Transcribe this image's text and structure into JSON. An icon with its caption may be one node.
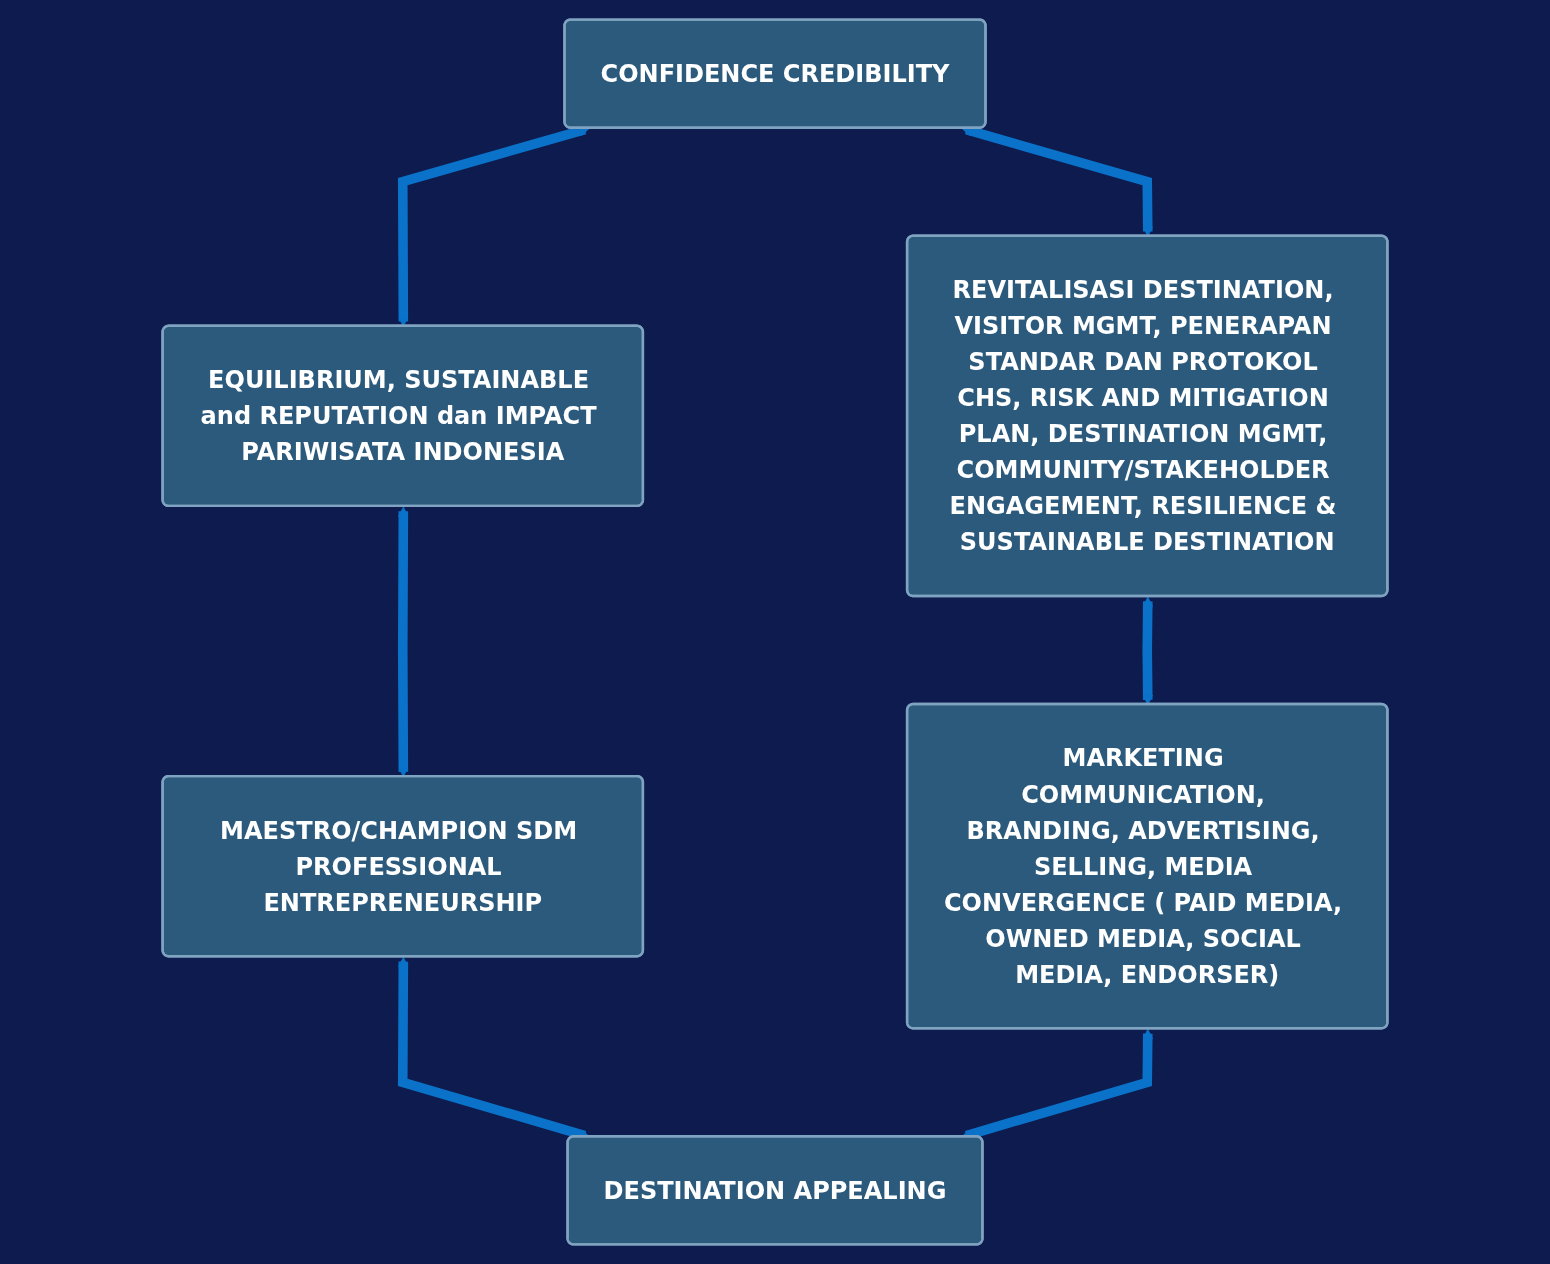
{
  "diagram": {
    "nodes": [
      {
        "text": [
          "CONFIDENCE CREDIBILITY"
        ]
      },
      {
        "text": [
          "EQUILIBRIUM, SUSTAINABLE and REPUTATION dan IMPACT PARIWISATA INDONESIA"
        ]
      },
      {
        "text": [
          "REVITALISASI DESTINATION, VISITOR MGMT, PENERAPAN STANDAR DAN PROTOKOL CHS, RISK AND MITIGATION PLAN, DESTINATION MGMT, COMMUNITY/STAKEHOLDER ENGAGEMENT, RESILIENCE & SUSTAINABLE DESTINATION"
        ]
      },
      {
        "text": [
          "MARKETING COMMUNICATION, BRANDING, ADVERTISING, SELLING, MEDIA CONVERGENCE ( PAID MEDIA, OWNED MEDIA, SOCIAL MEDIA, ENDORSER)"
        ]
      },
      {
        "text": [
          "MAESTRO/CHAMPION SDM PROFESSIONAL ENTREPRENEURSHIP"
        ]
      },
      {
        "text": [
          "DESTINATION APPEALING"
        ]
      }
    ],
    "edges": [
      {
        "from": 0,
        "to": 1,
        "arrow": "both"
      },
      {
        "from": 0,
        "to": 2,
        "arrow": "both"
      },
      {
        "from": 1,
        "to": 4,
        "arrow": "both"
      },
      {
        "from": 2,
        "to": 3,
        "arrow": "both"
      },
      {
        "from": 4,
        "to": 5,
        "arrow": "both"
      },
      {
        "from": 3,
        "to": 5,
        "arrow": "both"
      }
    ]
  }
}
